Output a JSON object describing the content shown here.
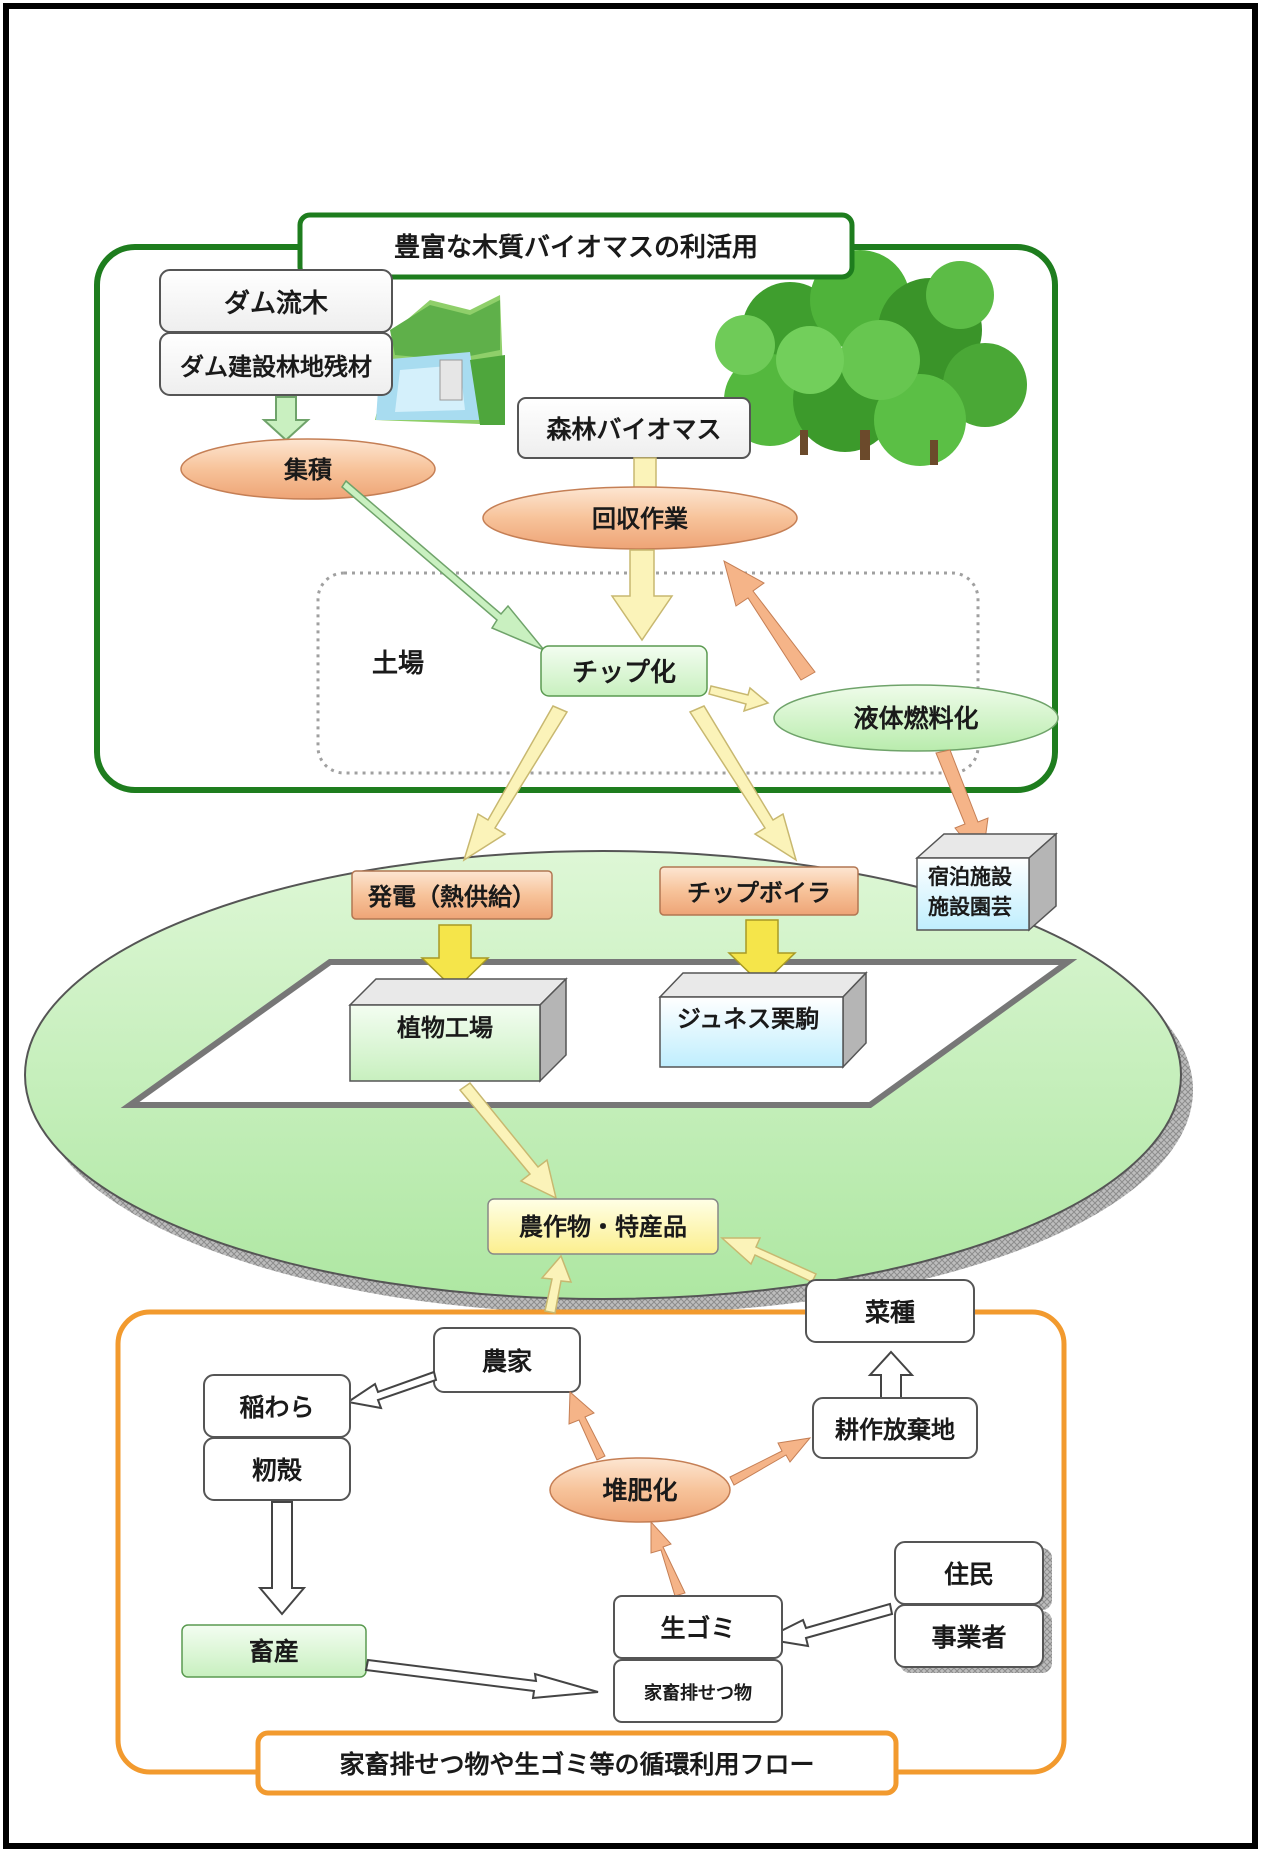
{
  "wood_section": {
    "title": "豊富な木質バイオマスの利活用",
    "dam_driftwood": "ダム流木",
    "dam_construction_residue": "ダム建設林地残材",
    "accumulation": "集積",
    "forest_biomass": "森林バイオマス",
    "collection_work": "回収作業",
    "landing": "土場",
    "chipping": "チップ化",
    "liquid_fuel": "液体燃料化"
  },
  "middle_section": {
    "power_generation": "発電（熱供給）",
    "chip_boiler": "チップボイラ",
    "lodging_facility_line1": "宿泊施設",
    "lodging_facility_line2": "施設園芸",
    "plant_factory": "植物工場",
    "junes_kurikoma": "ジュネス栗駒",
    "crops_specialties": "農作物・特産品"
  },
  "cycle_section": {
    "title": "家畜排せつ物や生ゴミ等の循環利用フロー",
    "rapeseed": "菜種",
    "farmers": "農家",
    "rice_straw": "稲わら",
    "rice_husk": "籾殻",
    "abandoned_farmland": "耕作放棄地",
    "composting": "堆肥化",
    "residents": "住民",
    "businesses": "事業者",
    "food_waste": "生ゴミ",
    "livestock": "畜産",
    "livestock_excreta": "家畜排せつ物"
  },
  "colors": {
    "frame_green": "#1e7d1e",
    "frame_orange": "#f29a2e",
    "ellipse_green": "#c9efc0",
    "peach": "#f7c9a3",
    "light_green_box": "#d9f5d4",
    "cyan_box": "#d8f5ff",
    "yellow_box": "#fff7b0",
    "arrow_cream": "#fbf3b9",
    "arrow_peach": "#f5b488",
    "arrow_green": "#c9f0c0"
  }
}
